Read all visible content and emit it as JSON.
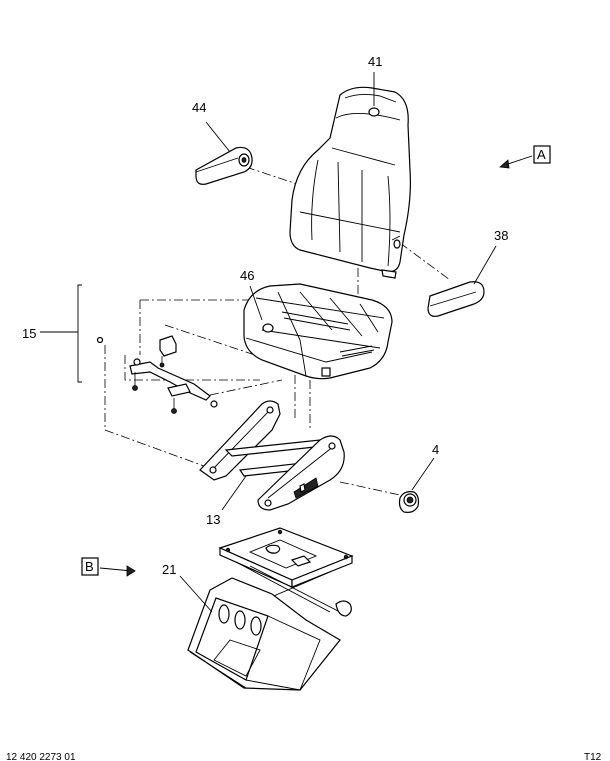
{
  "callouts": {
    "c41": "41",
    "c44": "44",
    "c38": "38",
    "c46": "46",
    "c15": "15",
    "c4": "4",
    "c13": "13",
    "c21": "21"
  },
  "view_labels": {
    "a": "A",
    "b": "B"
  },
  "footer": {
    "left": "12 420 2273 01",
    "right": "T12"
  },
  "colors": {
    "line": "#000000",
    "background": "#ffffff"
  }
}
